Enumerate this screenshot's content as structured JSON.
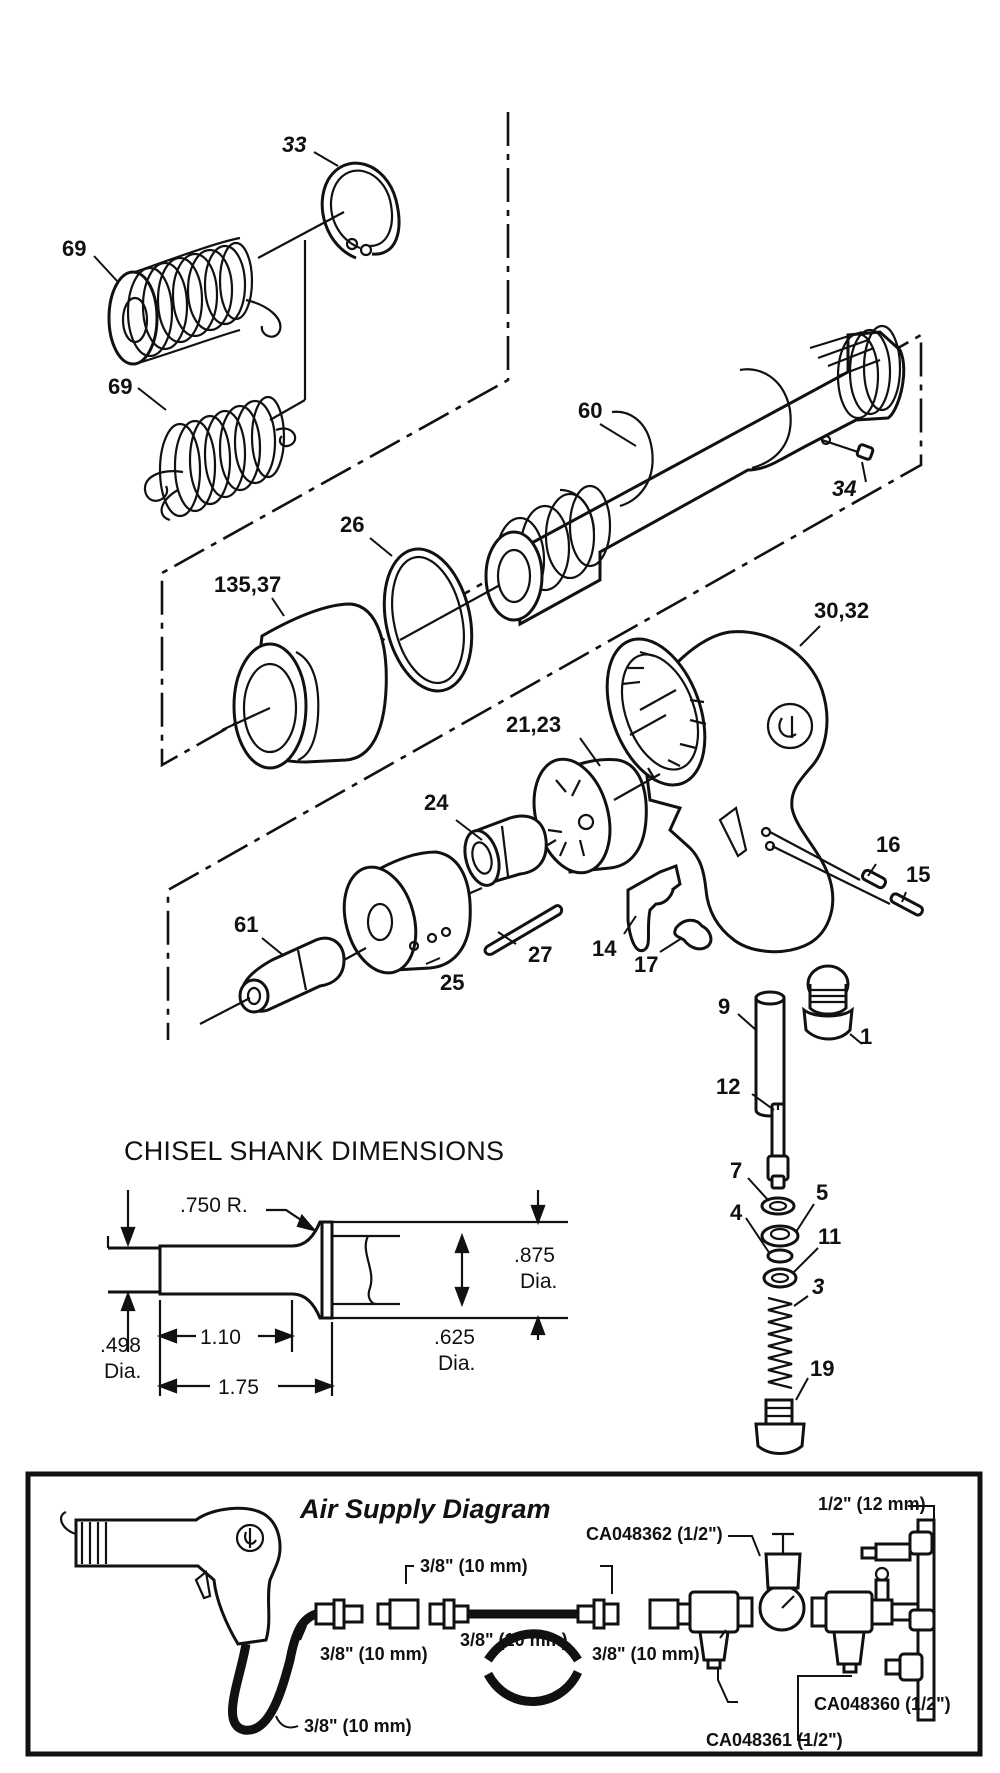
{
  "parts": {
    "p1": "1",
    "p3": "3",
    "p4": "4",
    "p5": "5",
    "p7": "7",
    "p9": "9",
    "p11": "11",
    "p12": "12",
    "p14": "14",
    "p15": "15",
    "p16": "16",
    "p17": "17",
    "p19": "19",
    "p21_23": "21,23",
    "p24": "24",
    "p25": "25",
    "p26": "26",
    "p27": "27",
    "p30_32": "30,32",
    "p33": "33",
    "p34": "34",
    "p60": "60",
    "p61": "61",
    "p69a": "69",
    "p69b": "69",
    "p135_37": "135,37"
  },
  "chisel": {
    "title": "CHISEL SHANK DIMENSIONS",
    "radius": ".750 R.",
    "dia_875": ".875",
    "dia_875_unit": "Dia.",
    "dia_625": ".625",
    "dia_625_unit": "Dia.",
    "dia_498": ".498",
    "dia_498_unit": "Dia.",
    "len_110": "1.10",
    "len_175": "1.75"
  },
  "air_supply": {
    "title": "Air Supply Diagram",
    "label_half_12mm": "1/2\" (12 mm)",
    "label_ca048362": "CA048362 (1/2\")",
    "label_top_38": "3/8\" (10 mm)",
    "label_left_38": "3/8\" (10 mm)",
    "label_mid_38": "3/8\" (10 mm)",
    "label_right_38": "3/8\" (10 mm)",
    "label_hose_38": "3/8\" (10 mm)",
    "label_ca048360": "CA048360 (1/2\")",
    "label_ca048361": "CA048361 (1/2\")"
  }
}
